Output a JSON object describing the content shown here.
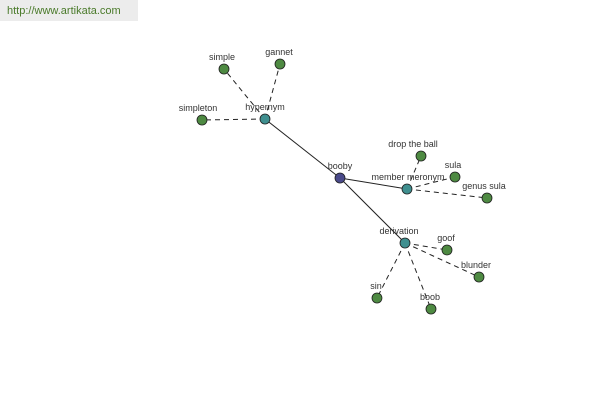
{
  "banner": {
    "url": "http://www.artikata.com"
  },
  "graph": {
    "colors": {
      "root": "#4a4a8a",
      "relation": "#3f8f8f",
      "leaf": "#4e8a42",
      "edge": "#222222"
    },
    "nodes": [
      {
        "id": "booby",
        "label": "booby",
        "kind": "root"
      },
      {
        "id": "hypernym",
        "label": "hypernym",
        "kind": "relation"
      },
      {
        "id": "member_meronym",
        "label": "member meronym",
        "kind": "relation"
      },
      {
        "id": "derivation",
        "label": "derivation",
        "kind": "relation"
      },
      {
        "id": "simple",
        "label": "simple",
        "kind": "leaf"
      },
      {
        "id": "gannet",
        "label": "gannet",
        "kind": "leaf"
      },
      {
        "id": "simpleton",
        "label": "simpleton",
        "kind": "leaf"
      },
      {
        "id": "drop_the_ball",
        "label": "drop the ball",
        "kind": "leaf"
      },
      {
        "id": "sula",
        "label": "sula",
        "kind": "leaf"
      },
      {
        "id": "genus_sula",
        "label": "genus sula",
        "kind": "leaf"
      },
      {
        "id": "goof",
        "label": "goof",
        "kind": "leaf"
      },
      {
        "id": "blunder",
        "label": "blunder",
        "kind": "leaf"
      },
      {
        "id": "sin",
        "label": "sin",
        "kind": "leaf"
      },
      {
        "id": "boob",
        "label": "boob",
        "kind": "leaf"
      }
    ],
    "edges": [
      {
        "from": "booby",
        "to": "hypernym",
        "style": "solid"
      },
      {
        "from": "booby",
        "to": "member_meronym",
        "style": "solid"
      },
      {
        "from": "booby",
        "to": "derivation",
        "style": "solid"
      },
      {
        "from": "hypernym",
        "to": "simple",
        "style": "dashed"
      },
      {
        "from": "hypernym",
        "to": "gannet",
        "style": "dashed"
      },
      {
        "from": "hypernym",
        "to": "simpleton",
        "style": "dashed"
      },
      {
        "from": "member_meronym",
        "to": "drop_the_ball",
        "style": "dashed"
      },
      {
        "from": "member_meronym",
        "to": "sula",
        "style": "dashed"
      },
      {
        "from": "member_meronym",
        "to": "genus_sula",
        "style": "dashed"
      },
      {
        "from": "derivation",
        "to": "goof",
        "style": "dashed"
      },
      {
        "from": "derivation",
        "to": "blunder",
        "style": "dashed"
      },
      {
        "from": "derivation",
        "to": "sin",
        "style": "dashed"
      },
      {
        "from": "derivation",
        "to": "boob",
        "style": "dashed"
      }
    ]
  }
}
